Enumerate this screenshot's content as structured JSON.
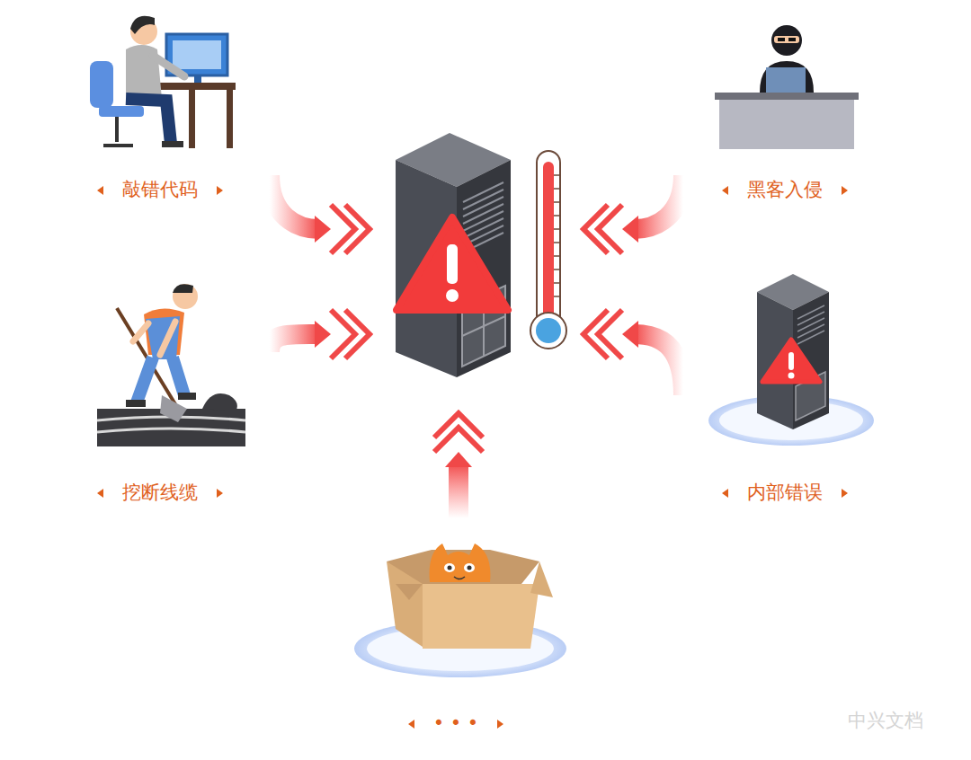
{
  "diagram": {
    "labels": [
      "敲错代码",
      "黑客入侵",
      "挖断线缆",
      "内部错误",
      "• • •",
      "中兴文档"
    ]
  }
}
